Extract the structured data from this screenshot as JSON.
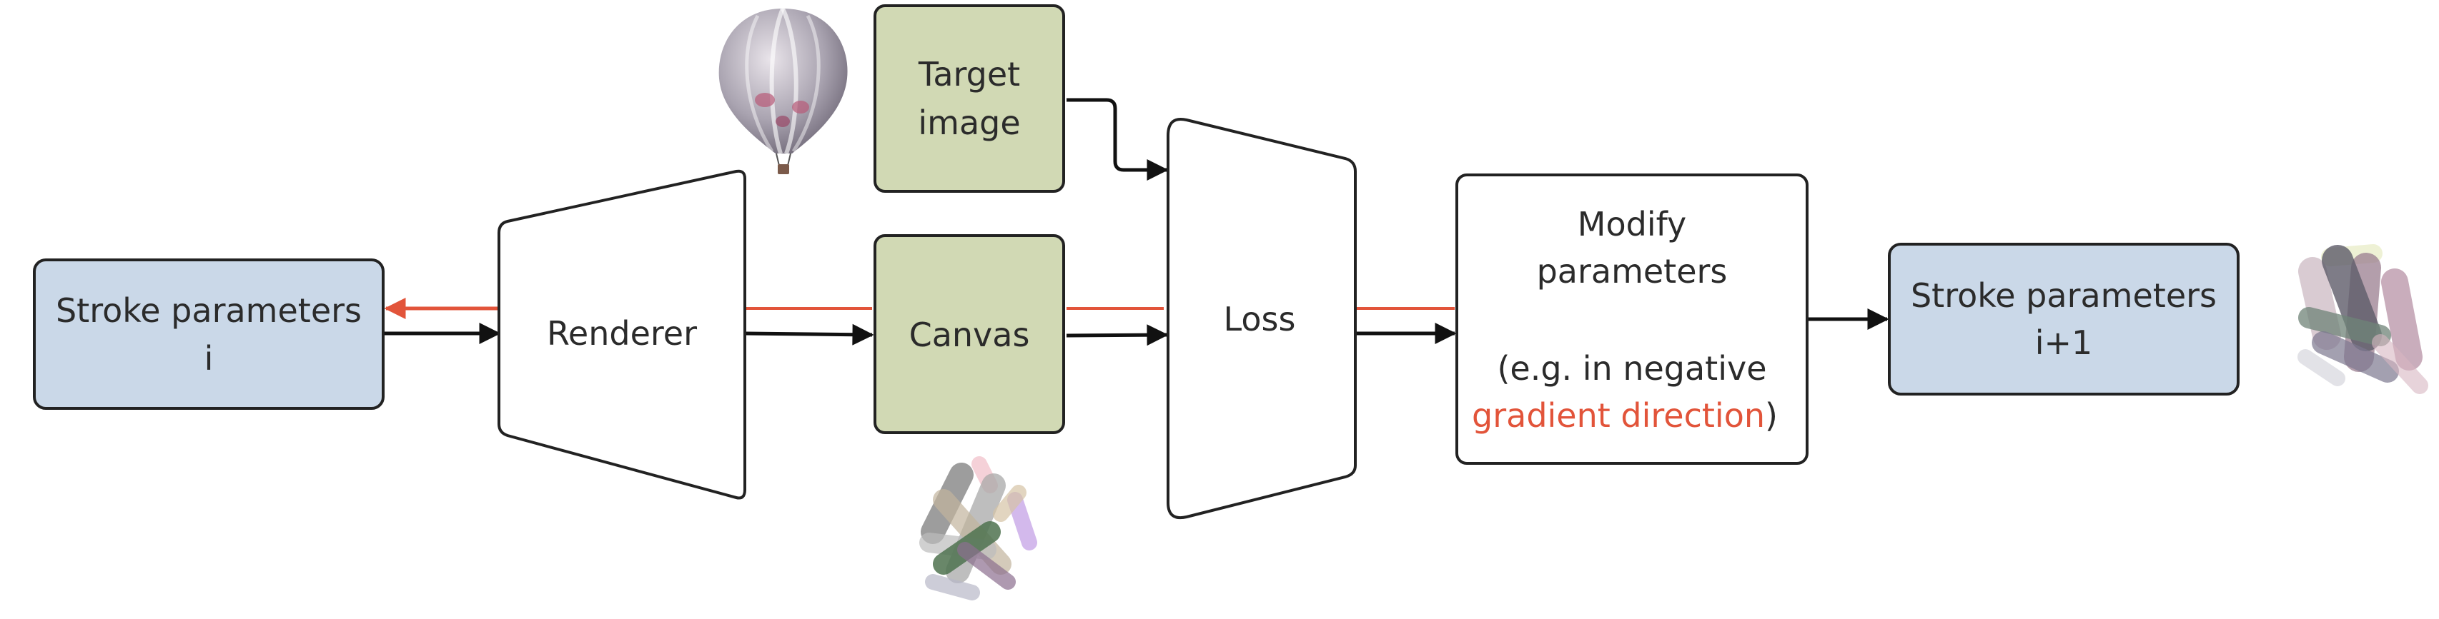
{
  "nodes": {
    "stroke_params_i": {
      "line1": "Stroke parameters",
      "line2": "i"
    },
    "renderer": {
      "label": "Renderer"
    },
    "target_image": {
      "line1": "Target",
      "line2": "image"
    },
    "canvas": {
      "label": "Canvas"
    },
    "loss": {
      "label": "Loss"
    },
    "modify": {
      "line1": "Modify",
      "line2": "parameters",
      "line3": "(e.g. in negative",
      "line4_highlight": "gradient direction",
      "line4_tail": ")"
    },
    "stroke_params_next": {
      "line1": "Stroke parameters",
      "line2": "i+1"
    }
  },
  "icons": {
    "balloon": "hot-air-balloon-icon",
    "strokes_canvas": "stroke-pile-icon",
    "strokes_next": "stroke-pile-icon"
  },
  "colors": {
    "blue_box": "#cad8e8",
    "green_box": "#d1d9b4",
    "outline": "#222222",
    "gradient_arrow": "#e2543a",
    "highlight_text": "#e2543a"
  }
}
